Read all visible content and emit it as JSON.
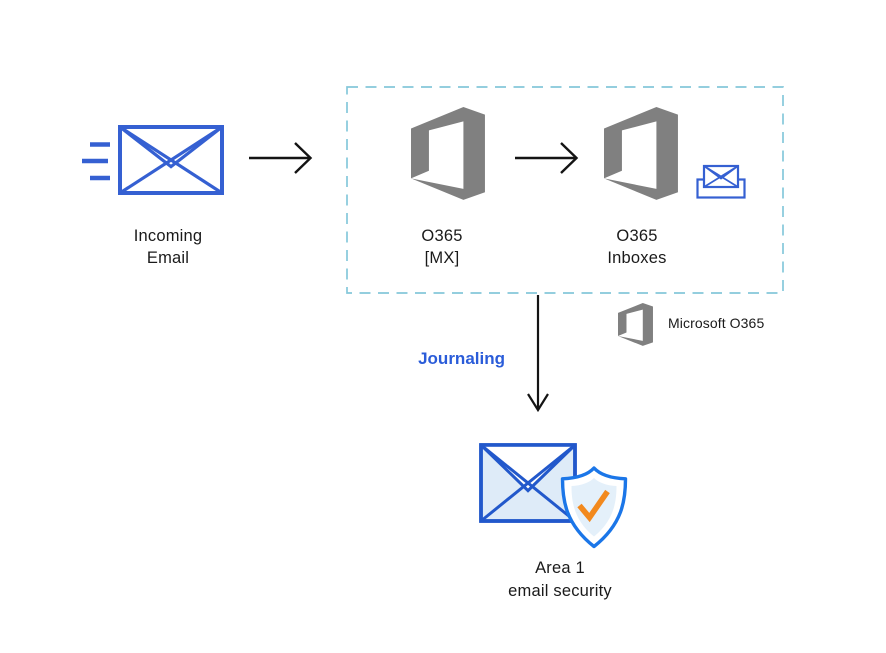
{
  "colors": {
    "blue": "#3560d2",
    "office_gray": "#808080",
    "box_dash": "#85c8da",
    "journaling_blue": "#2a5cd9",
    "check_orange": "#f2891d",
    "pale_blue": "#deebf8",
    "pale_blue_light": "#e4f0fa",
    "area1_blue": "#2258cb",
    "shield_blue": "#1b76e8",
    "arrow_black": "#141414",
    "text": "#1a1a1a",
    "white": "#ffffff"
  },
  "nodes": {
    "incoming_email": {
      "label": "Incoming\nEmail"
    },
    "o365_mx": {
      "label": "O365\n[MX]"
    },
    "o365_inboxes": {
      "label": "O365\nInboxes"
    },
    "area1": {
      "label": "Area 1\nemail security"
    }
  },
  "annotations": {
    "journaling": "Journaling",
    "legend_microsoft": "Microsoft O365"
  }
}
